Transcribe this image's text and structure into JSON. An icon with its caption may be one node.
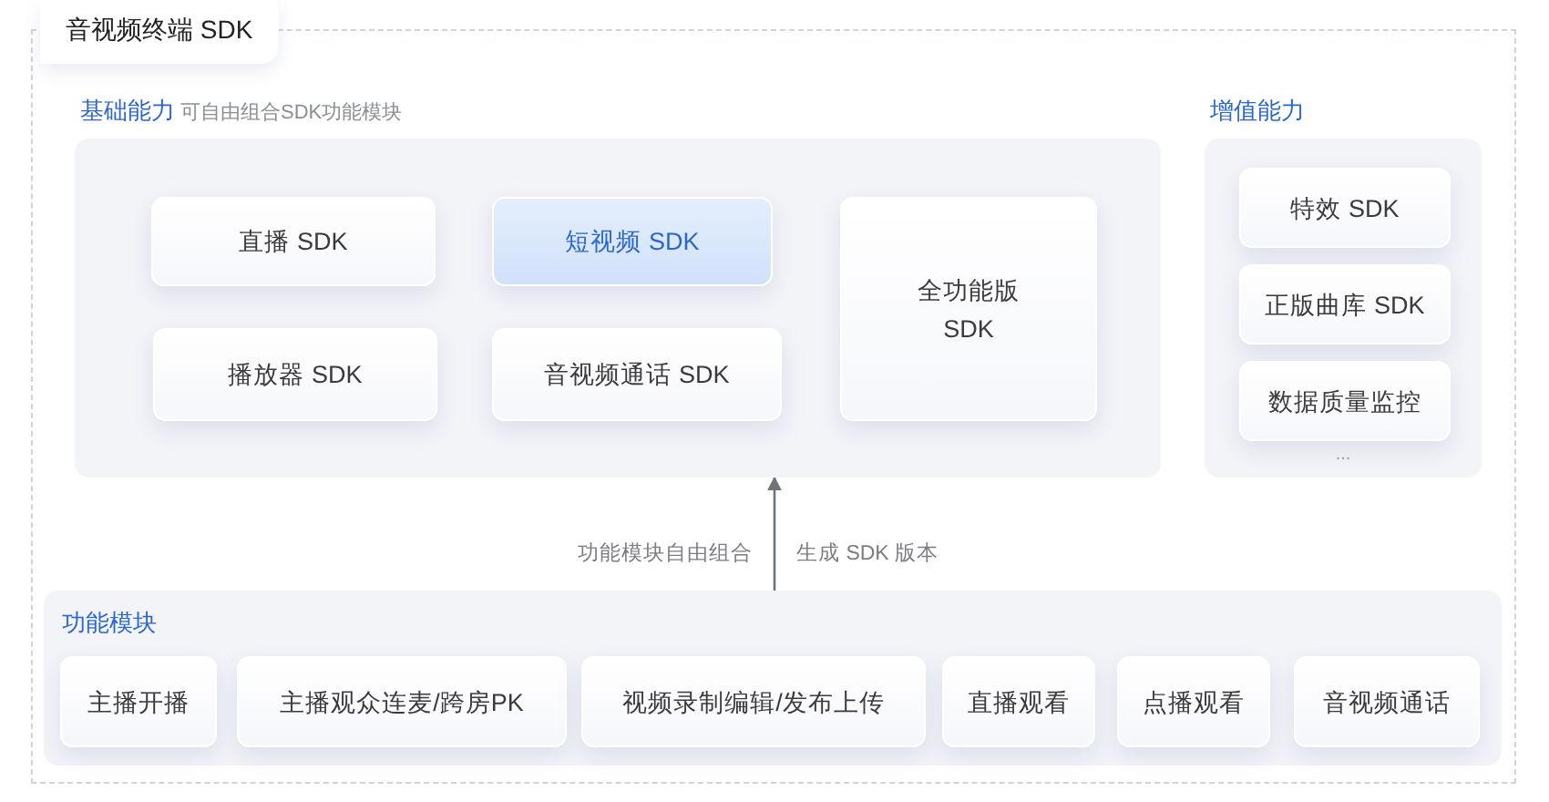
{
  "diagram": {
    "nodes": [
      {
        "text": [
          "音视频终端 SDK"
        ]
      },
      {
        "text": [
          "基础能力",
          "可自由组合SDK功能模块"
        ],
        "in": 0
      },
      {
        "text": [
          "直播 SDK"
        ],
        "in": 1
      },
      {
        "text": [
          "短视频 SDK"
        ],
        "in": 1
      },
      {
        "text": [
          "全功能版 SDK"
        ],
        "in": 1
      },
      {
        "text": [
          "播放器 SDK"
        ],
        "in": 1
      },
      {
        "text": [
          "音视频通话 SDK"
        ],
        "in": 1
      },
      {
        "text": [
          "增值能力",
          "..."
        ],
        "in": 0
      },
      {
        "text": [
          "特效 SDK"
        ],
        "in": 7
      },
      {
        "text": [
          "正版曲库 SDK"
        ],
        "in": 7
      },
      {
        "text": [
          "数据质量监控"
        ],
        "in": 7
      },
      {
        "text": [
          "功能模块"
        ],
        "in": 0
      },
      {
        "text": [
          "主播开播"
        ],
        "in": 11
      },
      {
        "text": [
          "主播观众连麦/跨房PK"
        ],
        "in": 11
      },
      {
        "text": [
          "视频录制编辑/发布上传"
        ],
        "in": 11
      },
      {
        "text": [
          "直播观看"
        ],
        "in": 11
      },
      {
        "text": [
          "点播观看"
        ],
        "in": 11
      },
      {
        "text": [
          "音视频通话"
        ],
        "in": 11
      }
    ],
    "edges": [
      {
        "from": 11,
        "to": 1,
        "arrow": "to"
      }
    ],
    "labels": [
      "功能模块自由组合",
      "生成 SDK 版本"
    ]
  }
}
